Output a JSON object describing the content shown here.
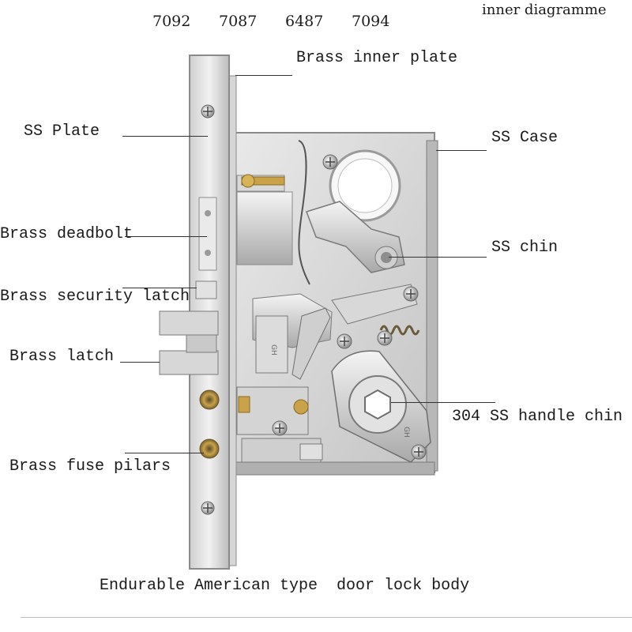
{
  "header": {
    "models": [
      "7092",
      "7087",
      "6487",
      "7094"
    ],
    "title": "inner diagramme"
  },
  "labels": {
    "brass_inner_plate": "Brass inner plate",
    "ss_plate": "SS Plate",
    "ss_case": "SS Case",
    "brass_deadbolt": "Brass deadbolt",
    "ss_chin": "SS chin",
    "brass_security_latch": "Brass security latch",
    "brass_latch": "Brass latch",
    "handle_chin": "304 SS handle chin",
    "fuse_pilars": "Brass fuse pilars"
  },
  "caption": "Endurable American type  door lock body",
  "engraving": "GH",
  "colors": {
    "steel_light": "#e6e6e6",
    "steel_mid": "#bdbdbd",
    "steel_dark": "#7a7a7a",
    "brass": "#c9a24a",
    "leader": "#333333"
  }
}
